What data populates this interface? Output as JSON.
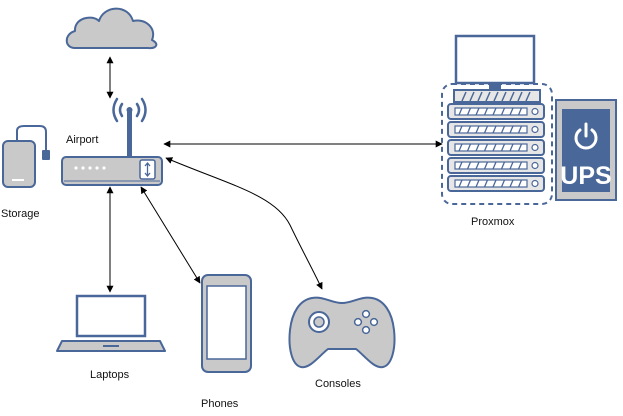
{
  "diagram": {
    "nodes": {
      "cloud": {
        "icon": "cloud-icon"
      },
      "airport": {
        "label": "Airport",
        "icon": "wifi-router-icon"
      },
      "storage": {
        "label": "Storage",
        "icon": "external-drive-icon"
      },
      "proxmox": {
        "label": "Proxmox",
        "icon": "server-rack-icon"
      },
      "ups": {
        "text": "UPS",
        "icon": "ups-power-icon"
      },
      "laptops": {
        "label": "Laptops",
        "icon": "laptop-icon"
      },
      "phones": {
        "label": "Phones",
        "icon": "smartphone-icon"
      },
      "consoles": {
        "label": "Consoles",
        "icon": "gamepad-icon"
      }
    },
    "edges": [
      {
        "from": "cloud",
        "to": "airport",
        "arrows": "both"
      },
      {
        "from": "airport",
        "to": "proxmox",
        "arrows": "both"
      },
      {
        "from": "airport",
        "to": "laptops",
        "arrows": "both"
      },
      {
        "from": "airport",
        "to": "phones",
        "arrows": "both"
      },
      {
        "from": "airport",
        "to": "consoles",
        "arrows": "both"
      }
    ]
  },
  "colors": {
    "icon_fill": "#c9c9c9",
    "icon_fill_light": "#e6e6e6",
    "icon_stroke": "#4a6799",
    "edge": "#000000",
    "text": "#111111"
  }
}
